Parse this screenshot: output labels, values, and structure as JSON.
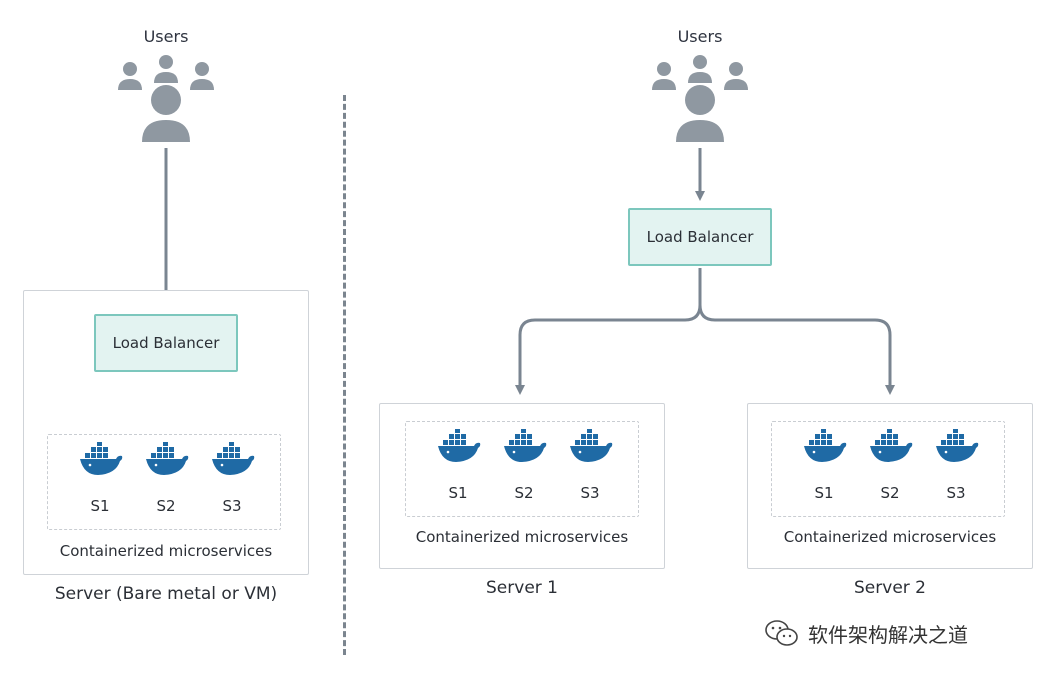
{
  "left": {
    "users_label": "Users",
    "load_balancer": "Load Balancer",
    "services": [
      "S1",
      "S2",
      "S3"
    ],
    "services_caption": "Containerized microservices",
    "server_title": "Server (Bare metal or VM)"
  },
  "right": {
    "users_label": "Users",
    "load_balancer": "Load Balancer",
    "server1": {
      "services": [
        "S1",
        "S2",
        "S3"
      ],
      "services_caption": "Containerized microservices",
      "title": "Server 1"
    },
    "server2": {
      "services": [
        "S1",
        "S2",
        "S3"
      ],
      "services_caption": "Containerized microservices",
      "title": "Server 2"
    }
  },
  "watermark": {
    "text": "软件架构解决之道"
  },
  "colors": {
    "arrow": "#7a8591",
    "user_icon": "#8f98a1",
    "docker": "#1f6aa5",
    "lb_fill": "#e3f3f1",
    "lb_border": "#7cc7bd"
  }
}
